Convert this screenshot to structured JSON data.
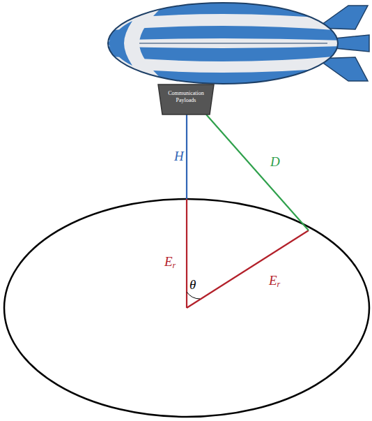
{
  "diagram": {
    "nodes": [
      {
        "text": [
          "Communication Payloads"
        ]
      }
    ],
    "labels": [
      "H",
      "D",
      "Er",
      "θ",
      "Er"
    ]
  }
}
